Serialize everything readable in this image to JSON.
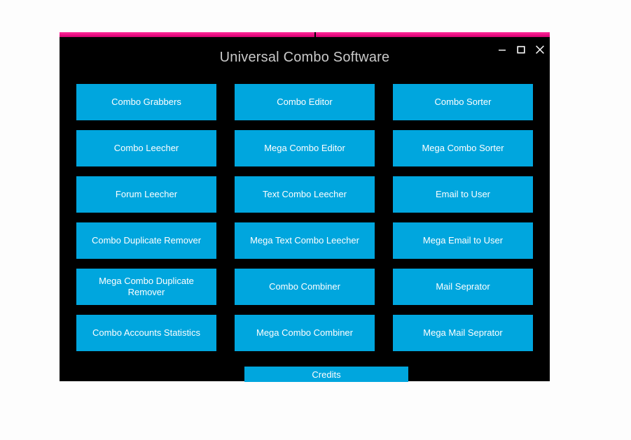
{
  "desktop": {
    "background_color": "#fdfdfd"
  },
  "window": {
    "title": "Universal Combo Software",
    "background_color": "#000000",
    "accent_color": "#ec0f84",
    "button_color": "#00a6de",
    "button_text_color": "#ffffff",
    "title_color": "#c9c9c9",
    "controls": [
      {
        "name": "minimize",
        "glyph": "minimize-icon",
        "tooltip": "Minimize"
      },
      {
        "name": "maximize",
        "glyph": "maximize-icon",
        "tooltip": "Maximize"
      },
      {
        "name": "close",
        "glyph": "close-icon",
        "tooltip": "Close"
      }
    ]
  },
  "grid": {
    "columns": 3,
    "rows": 6,
    "buttons": [
      {
        "label": "Combo Grabbers",
        "row": 1,
        "col": 1
      },
      {
        "label": "Combo Editor",
        "row": 1,
        "col": 2
      },
      {
        "label": "Combo Sorter",
        "row": 1,
        "col": 3
      },
      {
        "label": "Combo Leecher",
        "row": 2,
        "col": 1
      },
      {
        "label": "Mega Combo Editor",
        "row": 2,
        "col": 2
      },
      {
        "label": "Mega Combo Sorter",
        "row": 2,
        "col": 3
      },
      {
        "label": "Forum Leecher",
        "row": 3,
        "col": 1
      },
      {
        "label": "Text Combo Leecher",
        "row": 3,
        "col": 2
      },
      {
        "label": "Email to User",
        "row": 3,
        "col": 3
      },
      {
        "label": "Combo Duplicate Remover",
        "row": 4,
        "col": 1
      },
      {
        "label": "Mega Text Combo Leecher",
        "row": 4,
        "col": 2
      },
      {
        "label": "Mega Email to User",
        "row": 4,
        "col": 3
      },
      {
        "label": "Mega Combo Duplicate Remover",
        "row": 5,
        "col": 1
      },
      {
        "label": "Combo Combiner",
        "row": 5,
        "col": 2
      },
      {
        "label": "Mail Seprator",
        "row": 5,
        "col": 3
      },
      {
        "label": "Combo Accounts Statistics",
        "row": 6,
        "col": 1
      },
      {
        "label": "Mega Combo Combiner",
        "row": 6,
        "col": 2
      },
      {
        "label": "Mega Mail Seprator",
        "row": 6,
        "col": 3
      }
    ]
  },
  "footer": {
    "credits_label": "Credits"
  }
}
